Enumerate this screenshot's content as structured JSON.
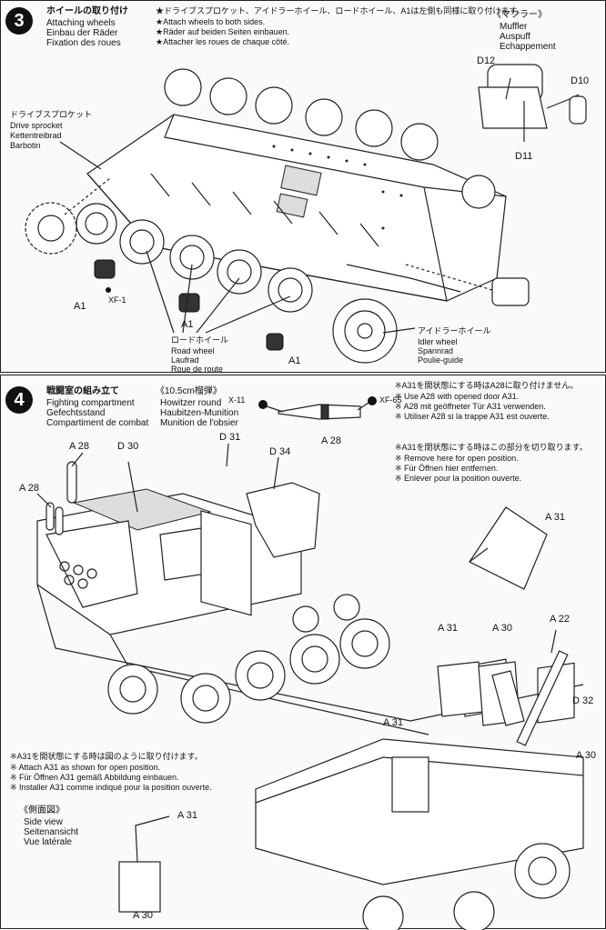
{
  "step3": {
    "number": "3",
    "title_jp": "ホイールの取り付け",
    "title_en": "Attaching wheels",
    "title_de": "Einbau der Räder",
    "title_fr": "Fixation des roues",
    "notes": [
      "★ドライブスプロケット、アイドラーホイール、ロードホイール、A1は左側も同様に取り付けます。",
      "★Attach wheels to both sides.",
      "★Räder auf beiden Seiten einbauen.",
      "★Attacher les roues de chaque côté."
    ],
    "muffler": {
      "jp": "《マフラー》",
      "en": "Muffler",
      "de": "Auspuff",
      "fr": "Echappement"
    },
    "parts": {
      "d12": "D12",
      "d10": "D10",
      "d11": "D11",
      "a1": "A1",
      "xf1": "XF-1"
    },
    "drive_sprocket": {
      "jp": "ドライブスプロケット",
      "en": "Drive sprocket",
      "de": "Kettentreibrad",
      "fr": "Barbotin"
    },
    "road_wheel": {
      "jp": "ロードホイール",
      "en": "Road wheel",
      "de": "Laufrad",
      "fr": "Roue de route"
    },
    "idler_wheel": {
      "jp": "アイドラーホイール",
      "en": "Idler wheel",
      "de": "Spannrad",
      "fr": "Poulie-guide"
    }
  },
  "step4": {
    "number": "4",
    "title_jp": "戦闘室の組み立て",
    "title_en": "Fighting compartment",
    "title_de": "Gefechtsstand",
    "title_fr": "Compartiment de combat",
    "howitzer": {
      "jp": "《10.5cm榴弾》",
      "en": "Howitzer round",
      "de": "Haubitzen-Munition",
      "fr": "Munition de l'obsier"
    },
    "paints": {
      "x11": "X-11",
      "xf65": "XF-65"
    },
    "notes_a31_open": [
      "※A31を開状態にする時はA28に取り付けません。",
      "※ Use A28 with opened door A31.",
      "※ A28 mit geöffneter Tür A31 verwenden.",
      "※ Utiliser A28 si la trappe A31 est ouverte."
    ],
    "notes_cut": [
      "※A31を閉状態にする時はこの部分を切り取ります。",
      "※ Remove here for open position.",
      "※ Für Öffnen hier entfernen.",
      "※ Enlever pour la position ouverte."
    ],
    "notes_attach": [
      "※A31を開状態にする時は図のように取り付けます。",
      "※ Attach A31 as shown for open position.",
      "※ Für Öffnen A31 gemäß Abbildung einbauen.",
      "※ Installer A31 comme indiqué pour la position ouverte."
    ],
    "side_view": {
      "jp": "《側面図》",
      "en": "Side view",
      "de": "Seitenansicht",
      "fr": "Vue latérale"
    },
    "parts": {
      "a28": "A 28",
      "d30": "D 30",
      "d31": "D 31",
      "d34": "D 34",
      "a31": "A 31",
      "a30": "A 30",
      "a22": "A 22",
      "d32": "D 32"
    }
  }
}
